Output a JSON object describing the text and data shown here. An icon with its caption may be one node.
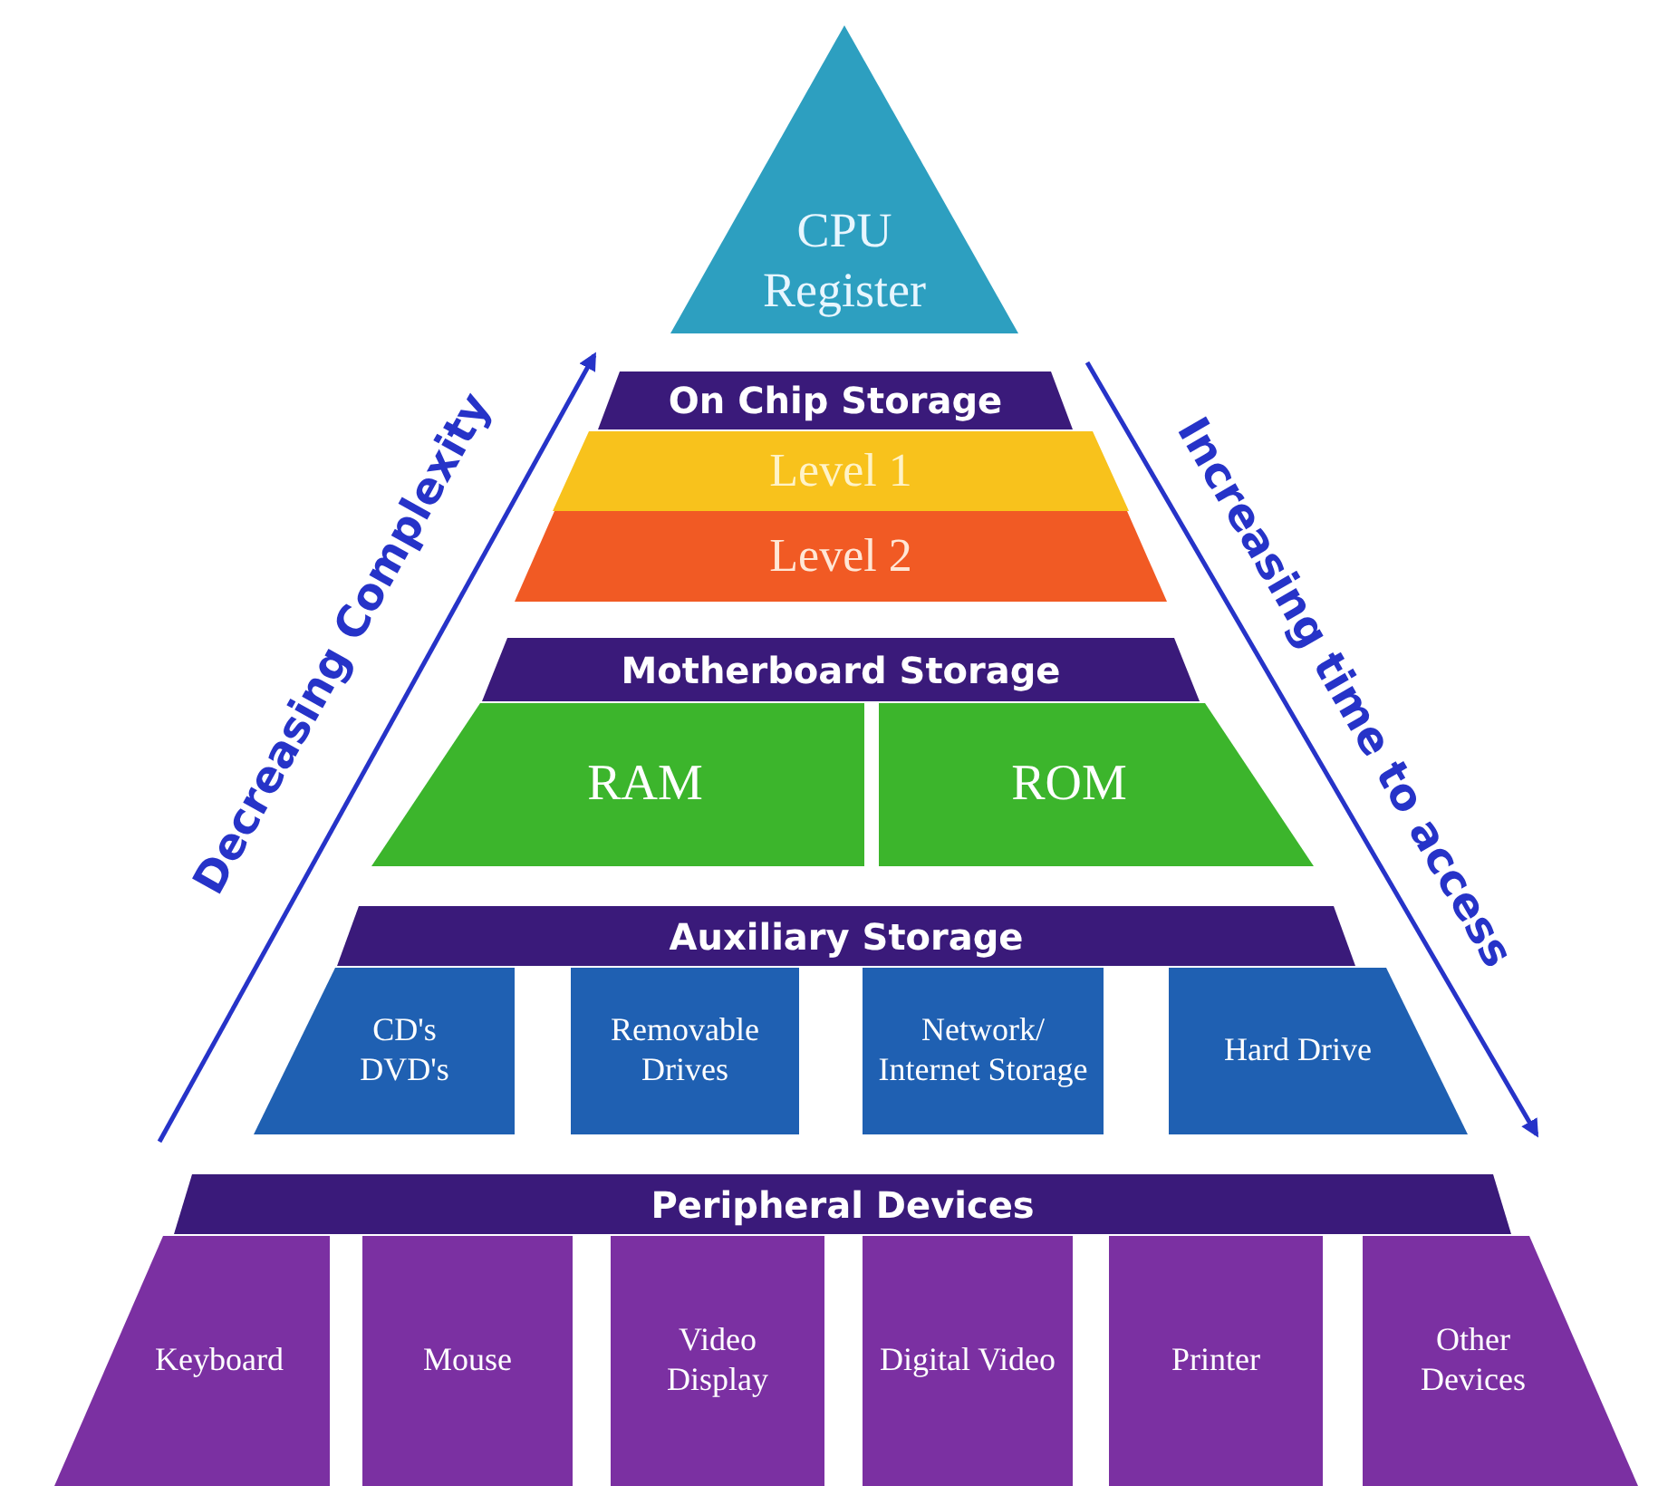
{
  "diagram": {
    "nodes": [
      {
        "text": [
          "CPU Register"
        ]
      },
      {
        "text": [
          "On Chip Storage"
        ]
      },
      {
        "text": [
          "Level 1"
        ]
      },
      {
        "text": [
          "Level 2"
        ]
      },
      {
        "text": [
          "Motherboard Storage"
        ]
      },
      {
        "text": [
          "RAM"
        ]
      },
      {
        "text": [
          "ROM"
        ]
      },
      {
        "text": [
          "Auxiliary Storage"
        ]
      },
      {
        "text": [
          "CD's DVD's"
        ]
      },
      {
        "text": [
          "Removable Drives"
        ]
      },
      {
        "text": [
          "Network/ Internet Storage"
        ]
      },
      {
        "text": [
          "Hard Drive"
        ]
      },
      {
        "text": [
          "Peripheral Devices"
        ]
      },
      {
        "text": [
          "Keyboard"
        ]
      },
      {
        "text": [
          "Mouse"
        ]
      },
      {
        "text": [
          "Video Display"
        ]
      },
      {
        "text": [
          "Digital Video"
        ]
      },
      {
        "text": [
          "Printer"
        ]
      },
      {
        "text": [
          "Other Devices"
        ]
      }
    ],
    "labels": [
      "Decreasing Complexity",
      "Increasing time to access"
    ]
  }
}
